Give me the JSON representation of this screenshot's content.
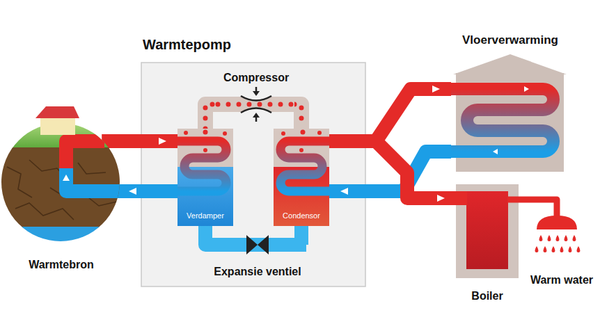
{
  "diagram": {
    "nodes": [
      {
        "text": [
          "Warmtepomp"
        ]
      },
      {
        "text": [
          "Verdamper"
        ],
        "in": 0
      },
      {
        "text": [
          "Condensor"
        ],
        "in": 0
      },
      {
        "text": [
          "Compressor"
        ],
        "in": 0
      },
      {
        "text": [
          "Expansie ventiel"
        ],
        "in": 0
      },
      {
        "text": [
          "Warmtebron"
        ]
      },
      {
        "text": [
          "Vloerverwarming"
        ]
      },
      {
        "text": [
          "Boiler"
        ]
      },
      {
        "text": [
          "Warm water"
        ]
      }
    ],
    "edges": [
      {
        "from": 5,
        "to": 1,
        "arrow": "to"
      },
      {
        "from": 1,
        "to": 5,
        "arrow": "to"
      },
      {
        "from": 1,
        "to": 3,
        "arrow": "none"
      },
      {
        "from": 3,
        "to": 2,
        "arrow": "none"
      },
      {
        "from": 2,
        "to": 4,
        "arrow": "none"
      },
      {
        "from": 4,
        "to": 1,
        "arrow": "none"
      },
      {
        "from": 2,
        "to": 6,
        "arrow": "to"
      },
      {
        "from": 6,
        "to": 2,
        "arrow": "to"
      },
      {
        "from": 2,
        "to": 7,
        "arrow": "to"
      },
      {
        "from": 7,
        "to": 8,
        "arrow": "none"
      }
    ]
  }
}
